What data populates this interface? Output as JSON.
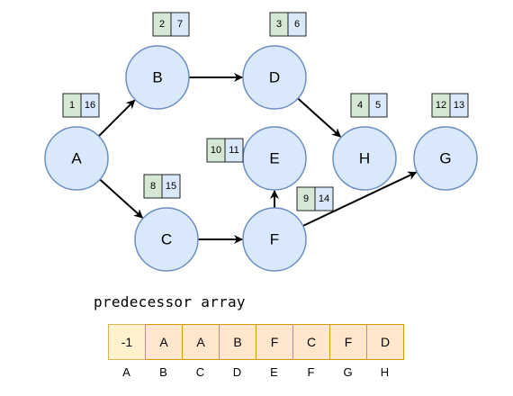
{
  "graph": {
    "nodes": [
      {
        "id": "A",
        "label": "A",
        "discovery": "1",
        "finish": "16"
      },
      {
        "id": "B",
        "label": "B",
        "discovery": "2",
        "finish": "7"
      },
      {
        "id": "C",
        "label": "C",
        "discovery": "8",
        "finish": "15"
      },
      {
        "id": "D",
        "label": "D",
        "discovery": "3",
        "finish": "6"
      },
      {
        "id": "E",
        "label": "E",
        "discovery": "10",
        "finish": "11"
      },
      {
        "id": "F",
        "label": "F",
        "discovery": "9",
        "finish": "14"
      },
      {
        "id": "G",
        "label": "G",
        "discovery": "12",
        "finish": "13"
      },
      {
        "id": "H",
        "label": "H",
        "discovery": "4",
        "finish": "5"
      }
    ],
    "edges": [
      {
        "from": "A",
        "to": "B"
      },
      {
        "from": "A",
        "to": "C"
      },
      {
        "from": "B",
        "to": "D"
      },
      {
        "from": "D",
        "to": "H"
      },
      {
        "from": "C",
        "to": "F"
      },
      {
        "from": "F",
        "to": "E"
      },
      {
        "from": "F",
        "to": "G"
      }
    ]
  },
  "predecessor": {
    "title": "predecessor array",
    "values": [
      "-1",
      "A",
      "A",
      "B",
      "F",
      "C",
      "F",
      "D"
    ],
    "indices": [
      "A",
      "B",
      "C",
      "D",
      "E",
      "F",
      "G",
      "H"
    ]
  },
  "colors": {
    "node_fill": "#dae8fc",
    "node_stroke": "#6c8ebf",
    "discovery_fill": "#d5e8d4",
    "finish_fill": "#dae8fc",
    "cell_fill": "#ffe6cc",
    "cell_stroke": "#d79b00",
    "first_cell_fill": "#fff2cc"
  }
}
